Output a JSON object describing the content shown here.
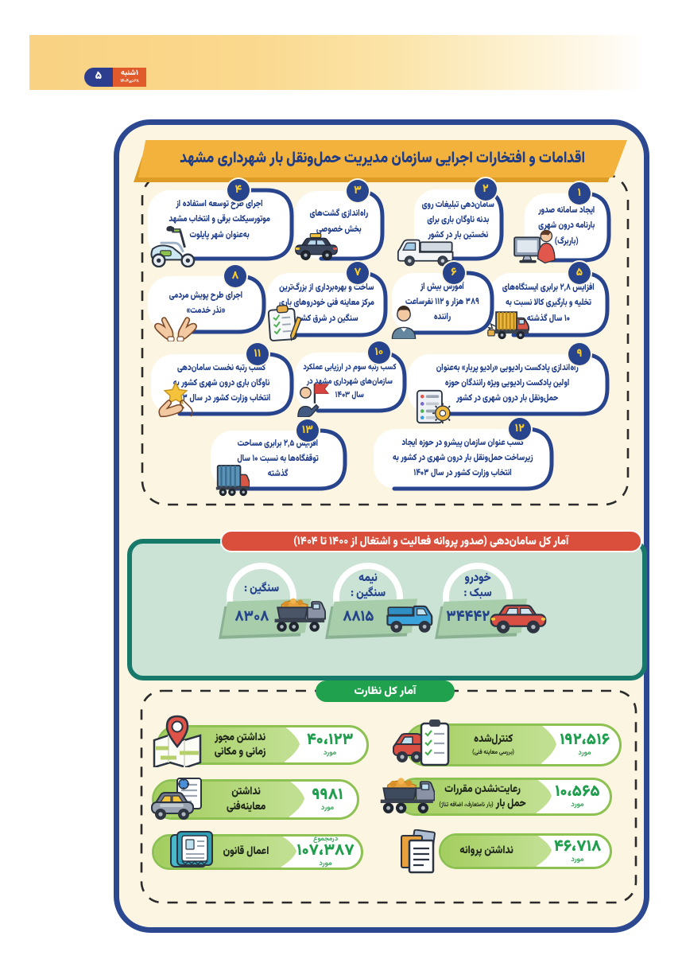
{
  "page": {
    "number": "۵",
    "weekday": "۱شنبه",
    "date": "۲۸دی۱۴۰۴"
  },
  "header": {
    "title": "اقدامات و افتخارات اجرایی سازمان مدیریت حمل‌ونقل بار شهرداری مشهد"
  },
  "achievements": {
    "items": [
      {
        "num": "۱",
        "text": "ایجاد سامانه صدور\nبارنامه درون شهری\n(باربرگ)",
        "icon": "operator-at-computer"
      },
      {
        "num": "۲",
        "text": "سامان‌دهی تبلیغات روی\nبدنه ناوگان باری برای\nنخستین بار در کشور",
        "icon": "pickup-truck"
      },
      {
        "num": "۳",
        "text": "راه‌اندازی گشت‌های\nبخش خصوصی",
        "icon": "patrol-car"
      },
      {
        "num": "۴",
        "text": "اجرای طرح توسعه استفاده از\nموتورسیکلت برقی و انتخاب مشهد\nبه‌عنوان شهر پایلوت",
        "icon": "electric-scooter"
      },
      {
        "num": "۵",
        "text": "افزایش ۲,۸ برابری ایستگاه‌های\nتخلیه و بارگیری کالا نسبت به\n۱۰ سال گذشته",
        "icon": "cargo-truck"
      },
      {
        "num": "۶",
        "text": "آموزش بیش از\n۳۸۹ هزار و ۱۱۲ نفرساعت\nراننده",
        "icon": "driver-person"
      },
      {
        "num": "۷",
        "text": "ساخت و بهره‌برداری از بزرگ‌ترین\nمرکز معاینه فنی خودروهای باری\nسنگین در شرق کشور",
        "icon": "inspection-clipboard"
      },
      {
        "num": "۸",
        "text": "اجرای طرح پویش مردمی\n«نذر خدمت»",
        "icon": "open-hands"
      },
      {
        "num": "۹",
        "text": "راه‌اندازی پادکست رادیویی «رادیو پربار» به‌عنوان\nاولین پادکست رادیویی ویژه رانندگان حوزه\nحمل‌ونقل بار درون شهری در کشور",
        "icon": "podcast-document"
      },
      {
        "num": "۱۰",
        "text": "کسب رتبه سوم در ارزیابی عملکرد\nسازمان‌های شهرداری مشهد در\nسال ۱۴۰۳",
        "icon": "person-flag"
      },
      {
        "num": "۱۱",
        "text": "کسب رتبه نخست سامان‌دهی\nناوگان باری درون شهری کشور به\nانتخاب وزارت کشور در سال ۱۴۰۳",
        "icon": "hand-star"
      },
      {
        "num": "۱۲",
        "text": "کسب عنوان سازمان پیشرو در حوزه ایجاد\nزیرساخت حمل‌ونقل بار درون شهری در کشور به\nانتخاب وزارت کشور در سال ۱۴۰۳",
        "icon": ""
      },
      {
        "num": "۱۳",
        "text": "افزایش ۲,۵ برابری مساحت\nتوقفگاه‌ها به نسبت ۱۰ سال\nگذشته",
        "icon": "container-truck"
      }
    ]
  },
  "licensing": {
    "title": "آمار کل سامان‌دهی (صدور پروانه فعالیت و اشتغال از ۱۴۰۰ تا ۱۴۰۴)",
    "categories": [
      {
        "label": "خودرو\nسبک :",
        "value": "۳۴۴۴۲",
        "icon": "red-car"
      },
      {
        "label": "نیمه\nسنگین :",
        "value": "۸۸۱۵",
        "icon": "blue-pickup"
      },
      {
        "label": "سنگین :",
        "value": "۸۳۰۸",
        "icon": "dump-truck"
      }
    ]
  },
  "monitoring": {
    "title": "آمار کل نظارت",
    "unit": "مورد",
    "stats": [
      {
        "label": "کنترل‌شده",
        "sub": "(بررسی معاینه فنی)",
        "value": "۱۹۲،۵۱۶",
        "icon": "truck-checklist"
      },
      {
        "label": "نداشتن مجوز\nزمانی و مکانی",
        "sub": "",
        "value": "۴۰،۱۲۳",
        "icon": "map-pin"
      },
      {
        "label": "رعایت‌نشدن مقررات",
        "label2": "حمل بار",
        "sub": "(بار نامتعارف، اضافه تناژ)",
        "value": "۱۰،۵۶۵",
        "icon": "overload-truck"
      },
      {
        "label": "نداشتن\nمعاینه‌فنی",
        "sub": "",
        "value": "۹۹۸۱",
        "icon": "car-document"
      },
      {
        "label": "نداشتن پروانه",
        "sub": "",
        "value": "۴۶،۷۱۸",
        "icon": "license-papers"
      },
      {
        "label": "اعمال قانون",
        "sub": "",
        "prefix": "درمجموع",
        "value": "۱۰۷،۳۸۷",
        "icon": "ticket-book"
      }
    ]
  },
  "colors": {
    "navy": "#2b4890",
    "gold": "#f3b23c",
    "cream": "#fcf5e2",
    "teal_border": "#17796a",
    "mint": "#cee5d8",
    "red": "#d94f3c",
    "green": "#1fa14d",
    "pill_green": "#a8d167",
    "pill_border": "#8dc253",
    "number_green": "#1f9e4d",
    "badge_orange": "#e05a2b",
    "badge_blue": "#2e3e8e"
  }
}
